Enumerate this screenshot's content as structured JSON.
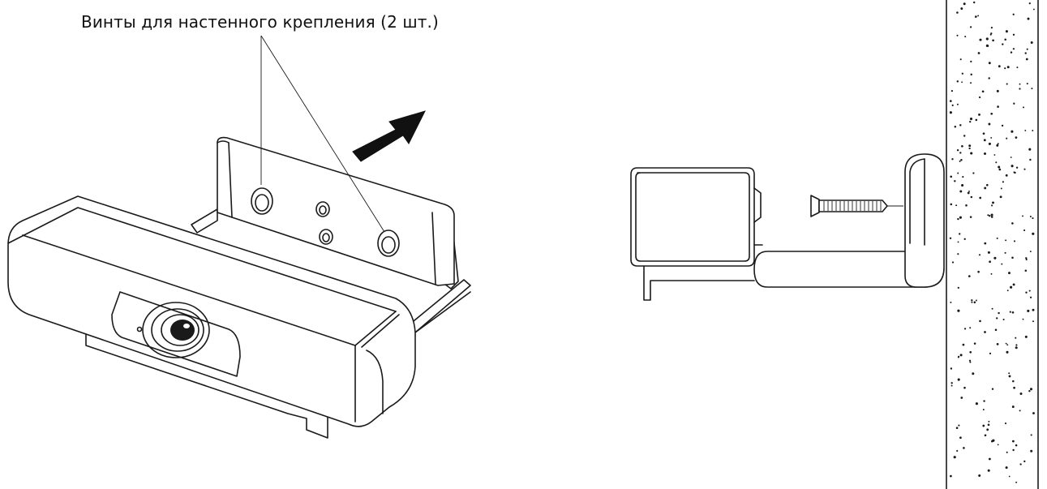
{
  "diagram": {
    "callout_label": "Винты для настенного крепления (2 шт.)",
    "ink_color": "#1a1a1a",
    "background_color": "#ffffff",
    "views": [
      {
        "name": "webcam-bracket-perspective",
        "shows": [
          "webcam",
          "wall-mount-bracket",
          "two-screw-holes",
          "push-arrow"
        ]
      },
      {
        "name": "webcam-wall-side-view",
        "shows": [
          "webcam",
          "bracket",
          "screw",
          "wall"
        ]
      }
    ],
    "icons": [
      "arrow-icon",
      "screw-icon"
    ]
  }
}
